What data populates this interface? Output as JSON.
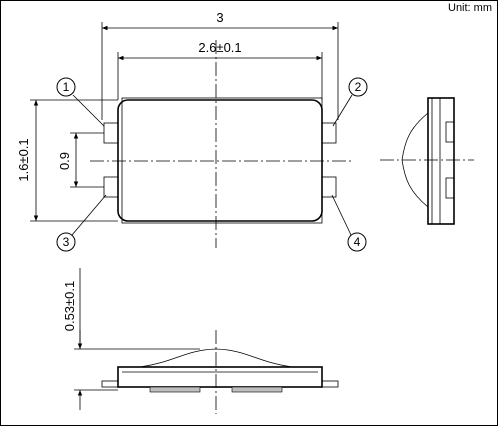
{
  "unit_label": "Unit: mm",
  "dimensions": {
    "overall_length": "3",
    "body_length": "2.6±0.1",
    "width": "1.6±0.1",
    "terminal_pitch": "0.9",
    "height": "0.53±0.1"
  },
  "pin_callouts": [
    "1",
    "2",
    "3",
    "4"
  ]
}
